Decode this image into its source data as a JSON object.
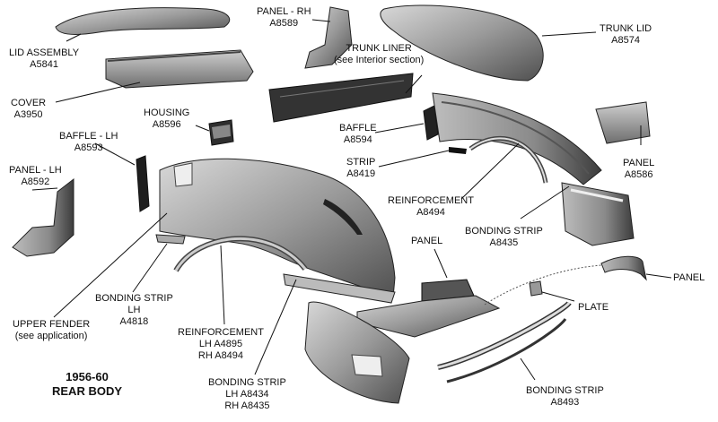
{
  "title": {
    "line1": "1956-60",
    "line2": "REAR BODY"
  },
  "callouts": {
    "lid_assembly": {
      "l1": "LID ASSEMBLY",
      "l2": "A5841"
    },
    "cover": {
      "l1": "COVER",
      "l2": "A3950"
    },
    "housing": {
      "l1": "HOUSING",
      "l2": "A8596"
    },
    "baffle_lh": {
      "l1": "BAFFLE - LH",
      "l2": "A8593"
    },
    "panel_lh": {
      "l1": "PANEL - LH",
      "l2": "A8592"
    },
    "panel_rh": {
      "l1": "PANEL - RH",
      "l2": "A8589"
    },
    "trunk_liner": {
      "l1": "TRUNK LINER",
      "l2": "(see Interior section)"
    },
    "trunk_lid": {
      "l1": "TRUNK LID",
      "l2": "A8574"
    },
    "baffle": {
      "l1": "BAFFLE",
      "l2": "A8594"
    },
    "strip": {
      "l1": "STRIP",
      "l2": "A8419"
    },
    "panel_a8586": {
      "l1": "PANEL",
      "l2": "A8586"
    },
    "reinforcement_a8494": {
      "l1": "REINFORCEMENT",
      "l2": "A8494"
    },
    "bonding_strip_a8435": {
      "l1": "BONDING STRIP",
      "l2": "A8435"
    },
    "panel_center": {
      "l1": "PANEL"
    },
    "panel_right": {
      "l1": "PANEL"
    },
    "plate": {
      "l1": "PLATE"
    },
    "bonding_strip_lh": {
      "l1": "BONDING STRIP",
      "l2": "LH",
      "l3": "A4818"
    },
    "upper_fender": {
      "l1": "UPPER FENDER",
      "l2": "(see application)"
    },
    "reinforcement_lh_rh": {
      "l1": "REINFORCEMENT",
      "l2": "LH  A4895",
      "l3": "RH  A8494"
    },
    "bonding_strip_lh_rh": {
      "l1": "BONDING STRIP",
      "l2": "LH  A8434",
      "l3": "RH  A8435"
    },
    "bonding_strip_a8493": {
      "l1": "BONDING STRIP",
      "l2": "A8493"
    }
  }
}
